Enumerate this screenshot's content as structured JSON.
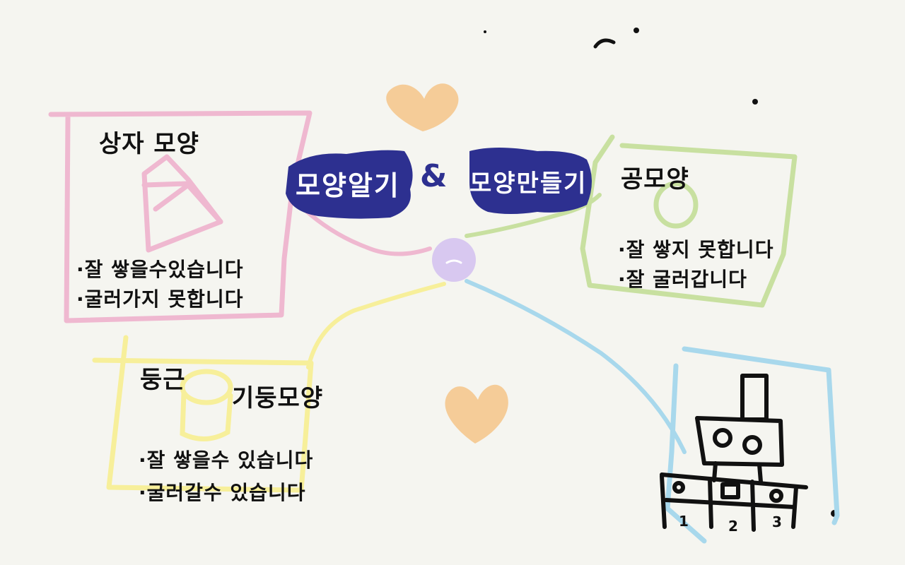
{
  "title": {
    "left": "모양알기",
    "connector": "&",
    "right": "모양만들기"
  },
  "box_shape": {
    "heading": "상자 모양",
    "bullets": [
      "·잘 쌓을수있습니다",
      "·굴러가지 못합니다"
    ]
  },
  "ball_shape": {
    "heading": "공모양",
    "bullets": [
      "·잘 쌓지 못합니다",
      "·잘 굴러갑니다"
    ]
  },
  "cylinder_shape": {
    "heading_left": "둥근",
    "heading_right": "기둥모양",
    "bullets": [
      "·잘 쌓을수 있습니다",
      "·굴러갈수 있습니다"
    ]
  },
  "robot_numbers": [
    "1",
    "2",
    "3"
  ],
  "colors": {
    "background": "#f5f5f0",
    "title_fill": "#2d3090",
    "pink": "#efb8d0",
    "green": "#c8e0a0",
    "yellow": "#f7ef9a",
    "blue": "#a8d8ec",
    "orange": "#f5cc98",
    "purple": "#d8c8f0"
  }
}
